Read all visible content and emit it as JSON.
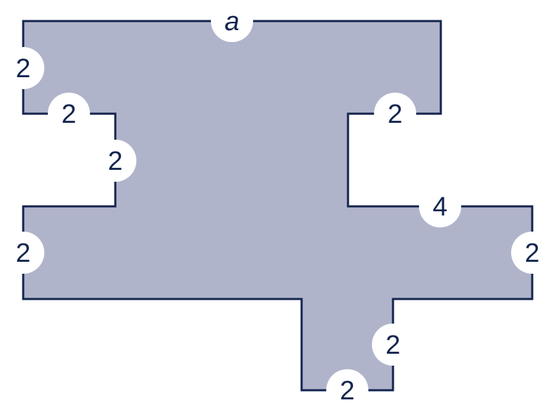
{
  "diagram": {
    "colors": {
      "fill": "#b0b4cb",
      "stroke": "#13254f",
      "label_background": "#ffffff",
      "text": "#13254f"
    },
    "labels": {
      "top": "a",
      "left_upper": "2",
      "upper_left_step": "2",
      "left_notch_side": "2",
      "left_lower": "2",
      "upper_right_step": "2",
      "right_step": "4",
      "right_side": "2",
      "stem_right": "2",
      "stem_bottom": "2"
    }
  }
}
